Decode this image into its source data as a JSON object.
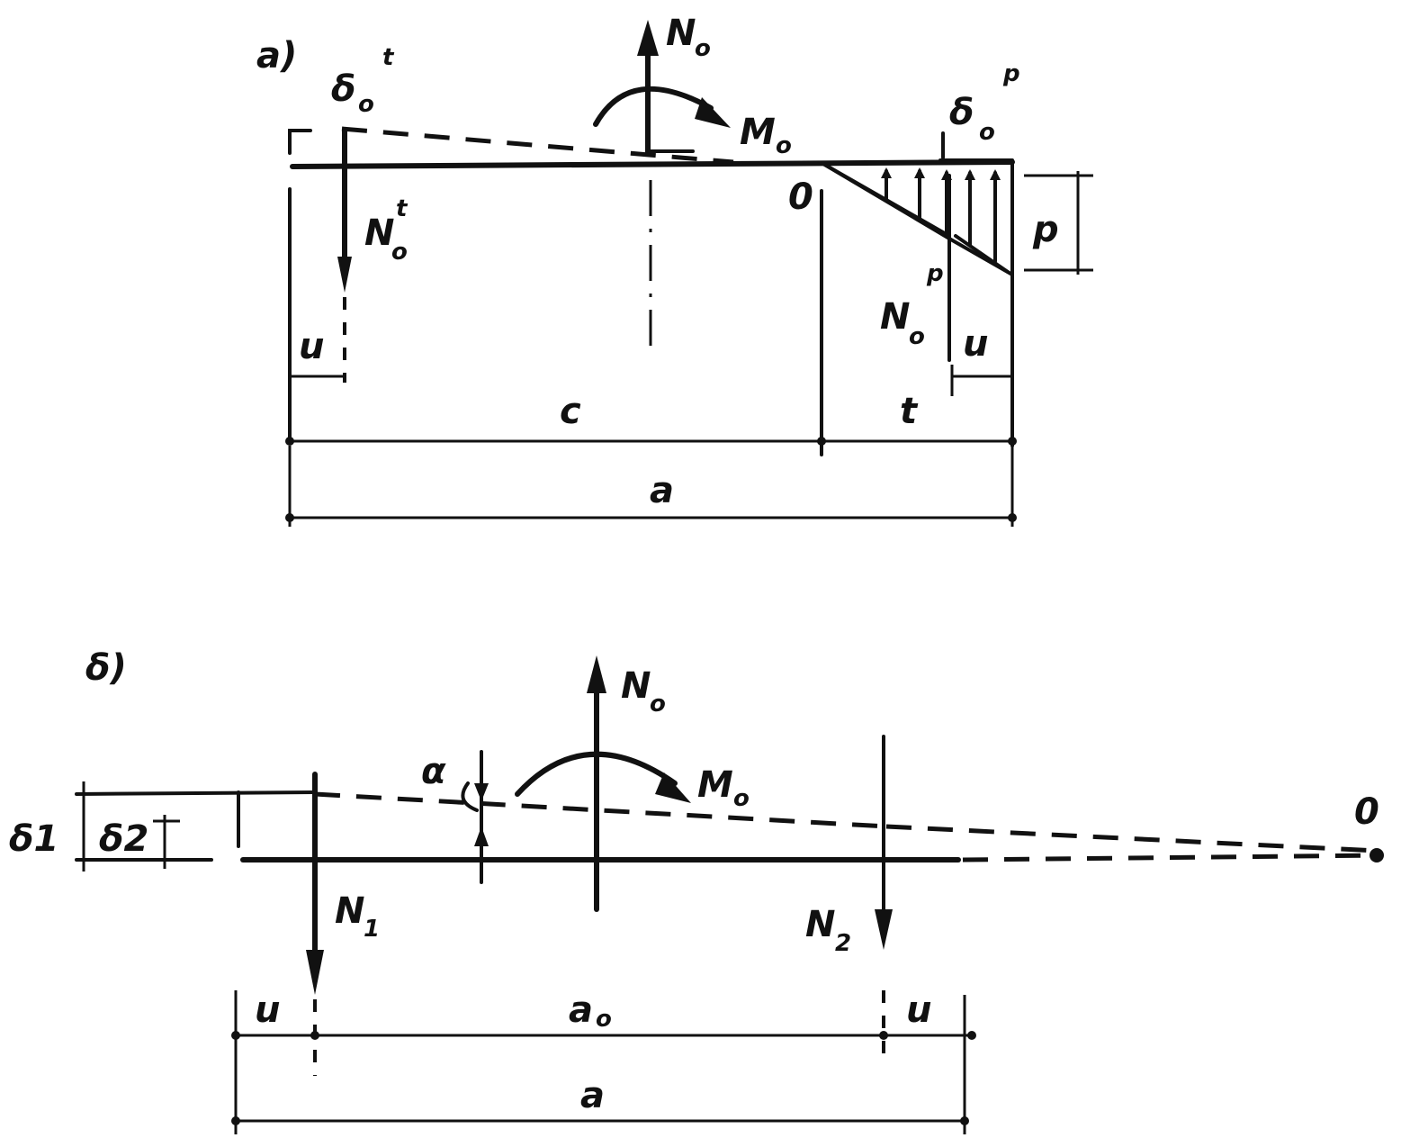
{
  "panels": {
    "a": {
      "label": "a)",
      "labels": {
        "N0": "N",
        "N0_sub": "o",
        "M0": "M",
        "M0_sub": "o",
        "delta_t": "δ",
        "delta_t_sub": "o",
        "delta_t_sup": "t",
        "delta_p": "δ",
        "delta_p_sub": "o",
        "delta_p_sup": "p",
        "Nt": "N",
        "Nt_sub": "o",
        "Nt_sup": "t",
        "Np": "N",
        "Np_sub": "o",
        "Np_sup": "p",
        "zero_point": "0",
        "p": "p",
        "u_left": "u",
        "u_right": "u",
        "c": "c",
        "t": "t",
        "a": "a"
      }
    },
    "b": {
      "label": "δ)",
      "labels": {
        "N0": "N",
        "N0_sub": "o",
        "M0": "M",
        "M0_sub": "o",
        "alpha": "α",
        "delta1": "δ1",
        "delta2": "δ2",
        "zero_point": "0",
        "N1": "N",
        "N1_sub": "1",
        "N2": "N",
        "N2_sub": "2",
        "u_left": "u",
        "u_right": "u",
        "a0": "a",
        "a0_sub": "o",
        "a": "a"
      }
    }
  }
}
